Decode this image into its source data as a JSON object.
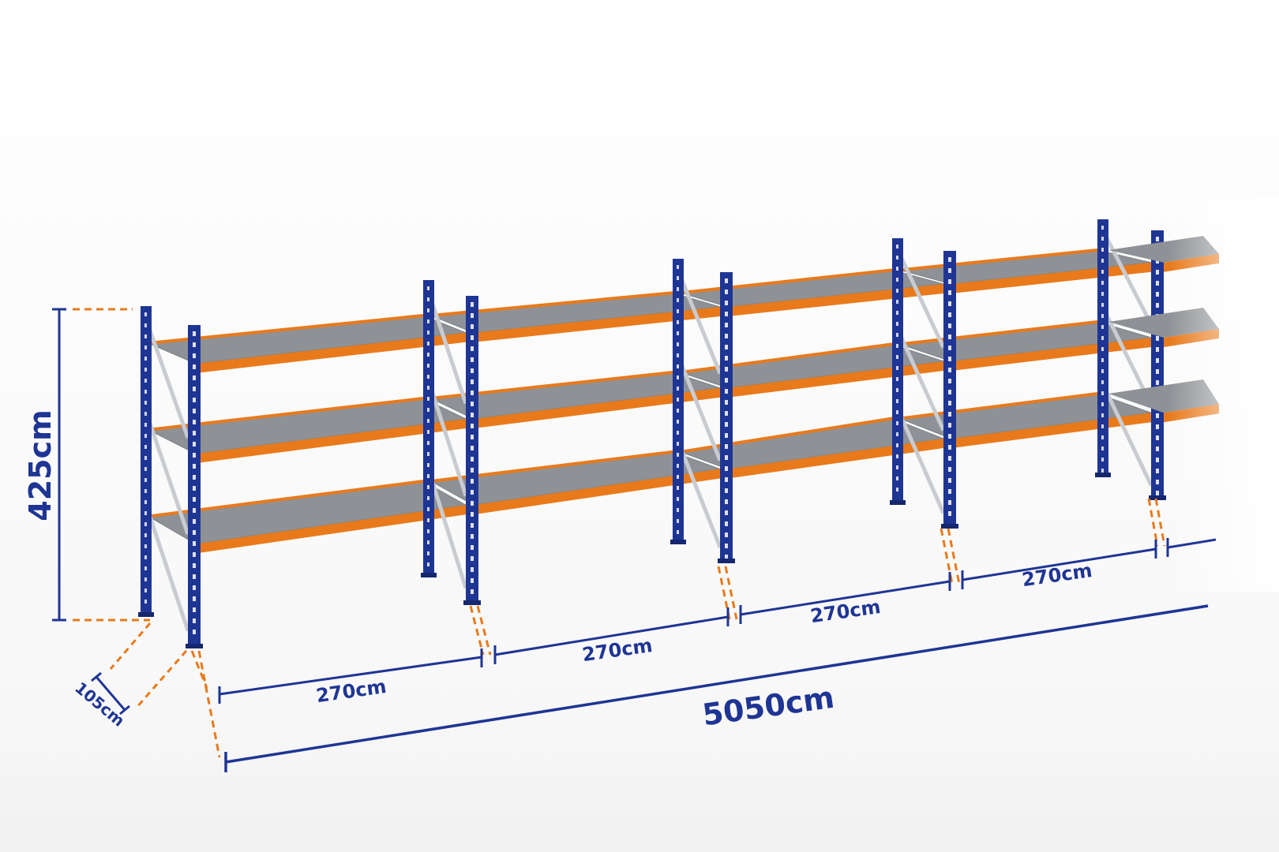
{
  "diagram": {
    "dimensions": {
      "height": "425cm",
      "depth": "105cm",
      "total_length": "5050cm",
      "bays": [
        "270cm",
        "270cm",
        "270cm",
        "270cm"
      ]
    },
    "colors": {
      "upright": "#1f3594",
      "beam": "#e87a1c",
      "deck": "#8e9296",
      "brace": "#c8ccd0",
      "dimension_line": "#1f3594",
      "extension_line": "#e87a1c"
    }
  }
}
